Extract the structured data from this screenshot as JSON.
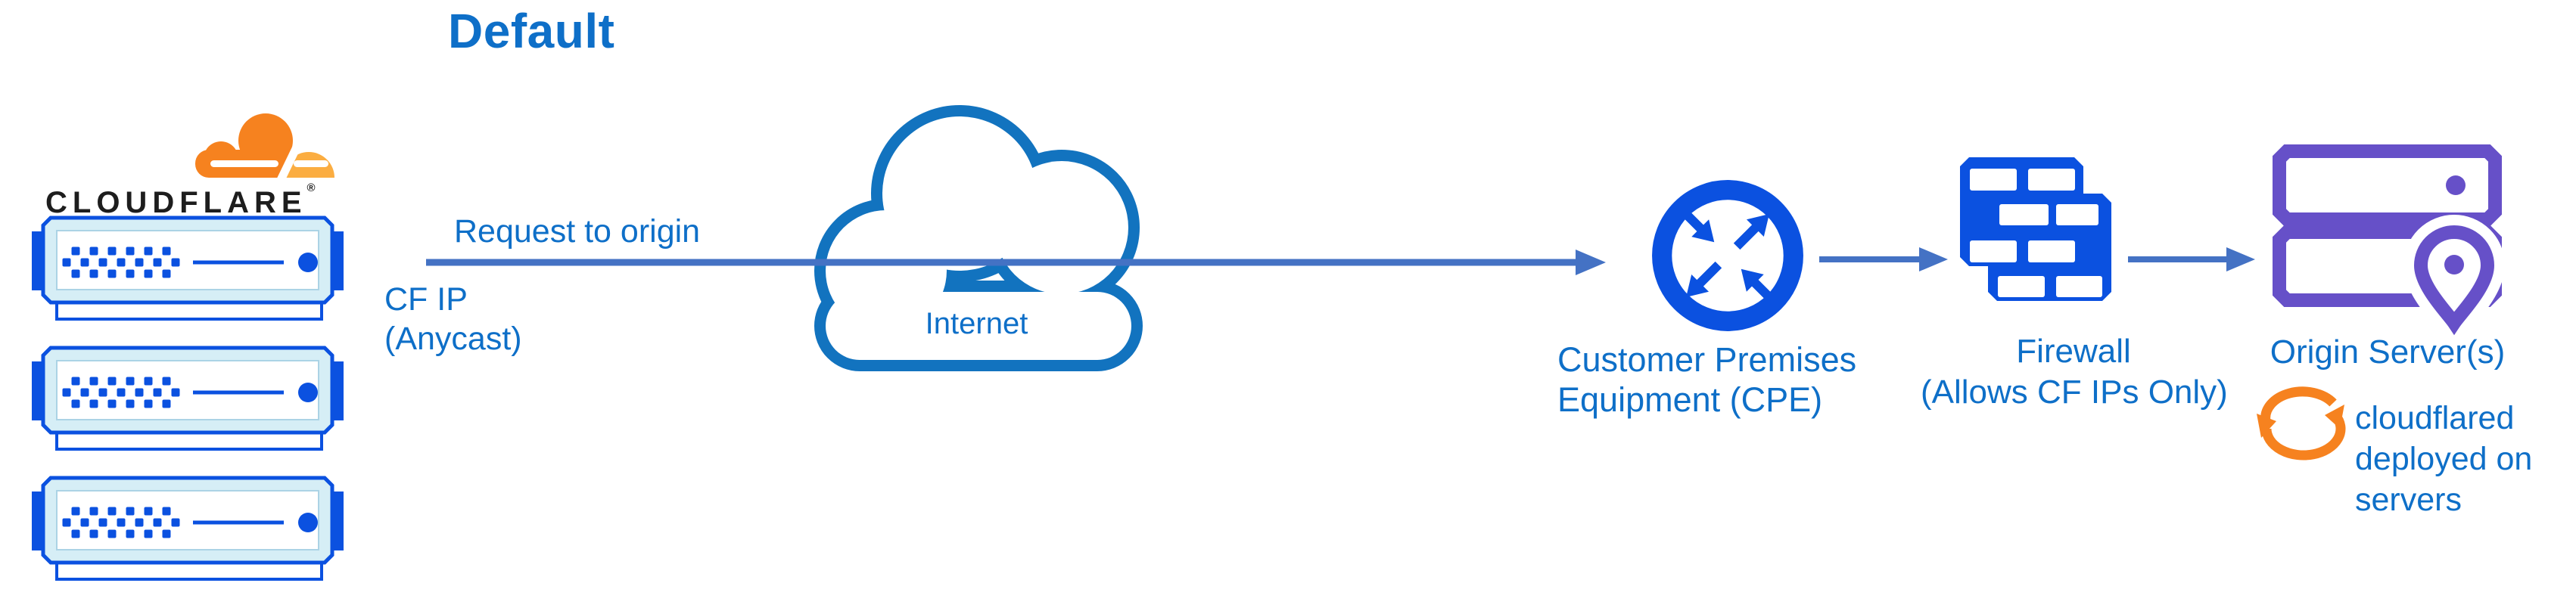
{
  "title": "Default",
  "logo": {
    "wordmark": "CLOUDFLARE",
    "trademark": "®"
  },
  "labels": {
    "request_to_origin": "Request to origin",
    "cf_ip": [
      "CF IP",
      "(Anycast)"
    ],
    "internet": "Internet",
    "cpe": [
      "Customer Premises",
      "Equipment (CPE)"
    ],
    "firewall": [
      "Firewall",
      "(Allows CF IPs Only)"
    ],
    "origin": "Origin Server(s)",
    "cloudflared": [
      "cloudflared",
      "deployed on",
      "servers"
    ]
  },
  "colors": {
    "text_blue": "#0E6FC8",
    "arrow_blue": "#4472C4",
    "icon_blue": "#0B51E0",
    "cloud_stroke": "#1273BF",
    "server_light_fill": "#D6EEF6",
    "origin_purple": "#6650C8",
    "cloudflare_orange": "#F6821F",
    "cloudflare_orange_light": "#FBAD41",
    "wordmark_dark": "#1D1D1D"
  },
  "icons": {
    "cloudflare_logo": "cloudflare-cloud-two-tone",
    "edge_server": "server-rack-unit-with-dots-led",
    "internet": "cloud-outline",
    "cpe": "circle-with-four-routing-arrows",
    "firewall": "brick-wall",
    "origin": "stacked-servers-with-location-pin",
    "cloudflared": "sync-circular-arrows"
  }
}
